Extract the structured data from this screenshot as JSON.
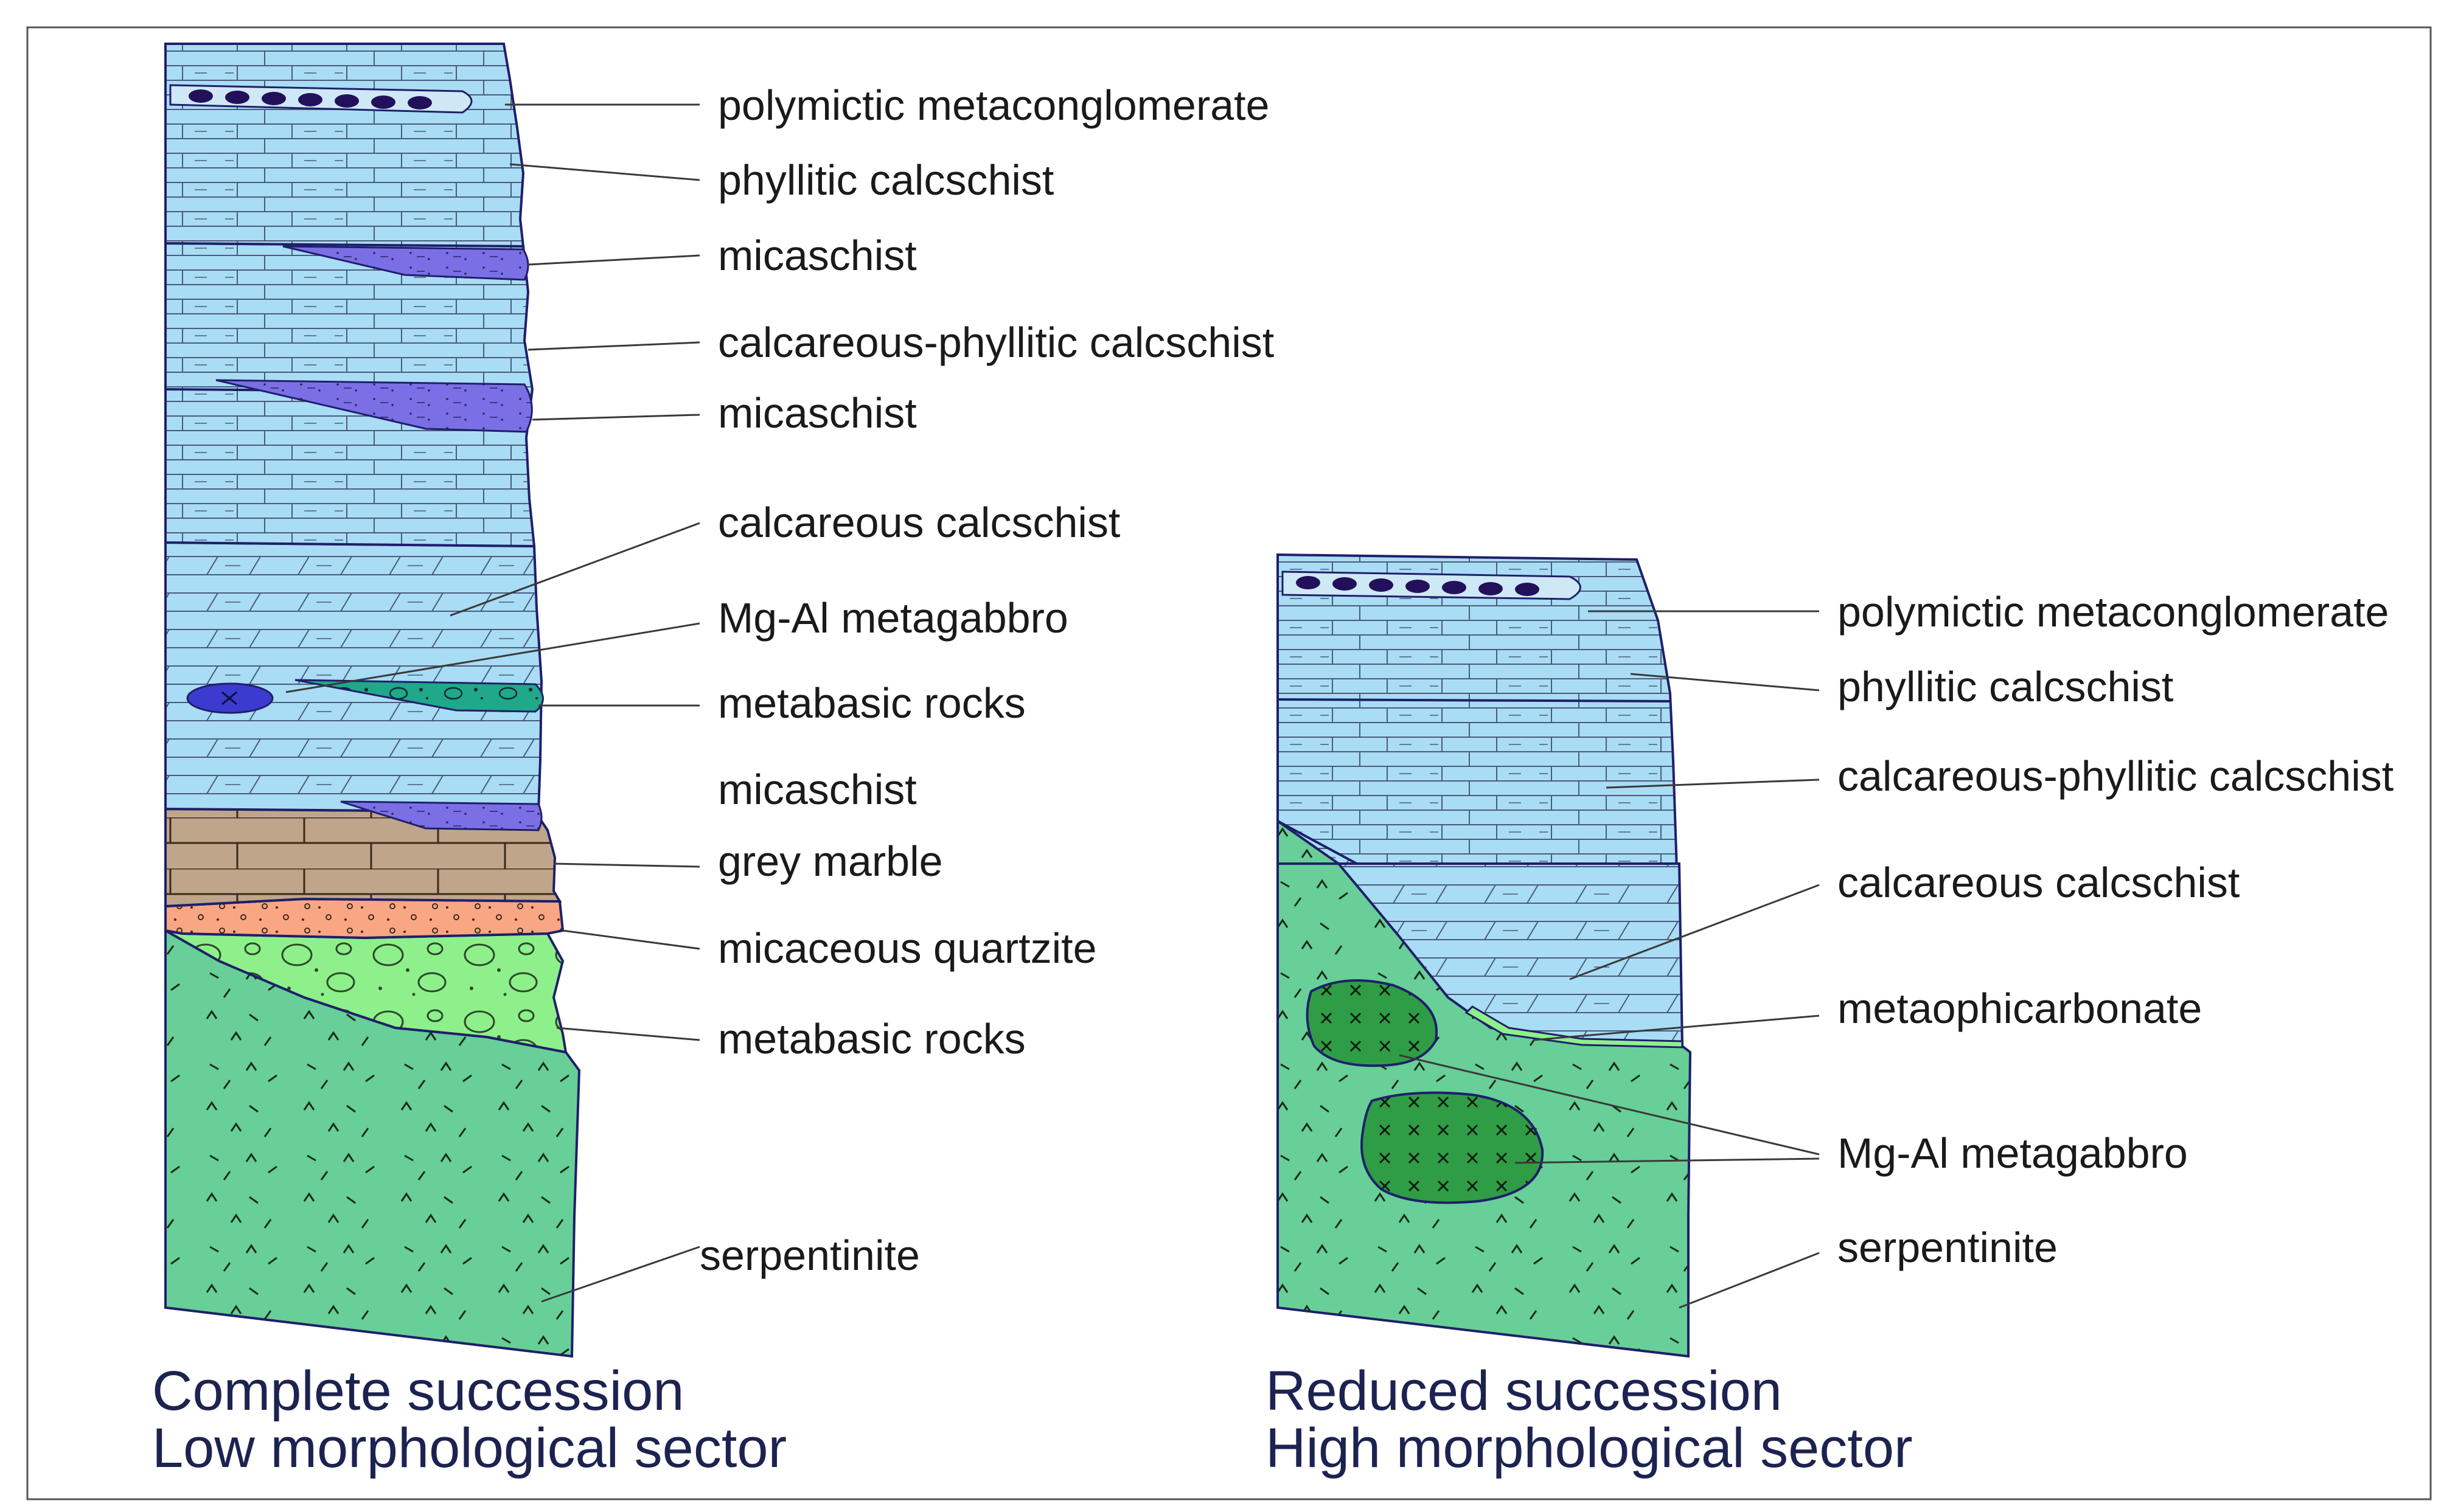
{
  "left_column": {
    "labels": {
      "polymictic_metaconglomerate": "polymictic metaconglomerate",
      "phyllitic_calcschist": "phyllitic calcschist",
      "micaschist_1": "micaschist",
      "calcareous_phyllitic_calcschist": "calcareous-phyllitic calcschist",
      "micaschist_2": "micaschist",
      "calcareous_calcschist": "calcareous calcschist",
      "mg_al_metagabbro": "Mg-Al metagabbro",
      "metabasic_rocks_1": "metabasic rocks",
      "micaschist_3": "micaschist",
      "grey_marble": "grey marble",
      "micaceous_quartzite": "micaceous quartzite",
      "metabasic_rocks_2": "metabasic rocks",
      "serpentinite": "serpentinite"
    },
    "caption": {
      "line1": "Complete succession",
      "line2": "Low morphological sector"
    }
  },
  "right_column": {
    "labels": {
      "polymictic_metaconglomerate": "polymictic metaconglomerate",
      "phyllitic_calcschist": "phyllitic calcschist",
      "calcareous_phyllitic_calcschist": "calcareous-phyllitic calcschist",
      "calcareous_calcschist": "calcareous calcschist",
      "metaophicarbonate": "metaophicarbonate",
      "mg_al_metagabbro": "Mg-Al metagabbro",
      "serpentinite": "serpentinite"
    },
    "caption": {
      "line1": "Reduced succession",
      "line2": "High morphological sector"
    }
  },
  "colors": {
    "calcschist": "#a9dcf5",
    "micaschist": "#7b6fe6",
    "grey_marble": "#bfa68a",
    "quartzite": "#f9a683",
    "metabasic": "#8ef08a",
    "metabasic_lens": "#1fa88a",
    "serpentinite": "#67cf97",
    "metagabbro": "#2f9d45",
    "metagabbro_blue": "#3b3bd0",
    "conglomerate_clast": "#23105a",
    "outline": "#1f1f6a",
    "caption_text": "#1c2350"
  }
}
